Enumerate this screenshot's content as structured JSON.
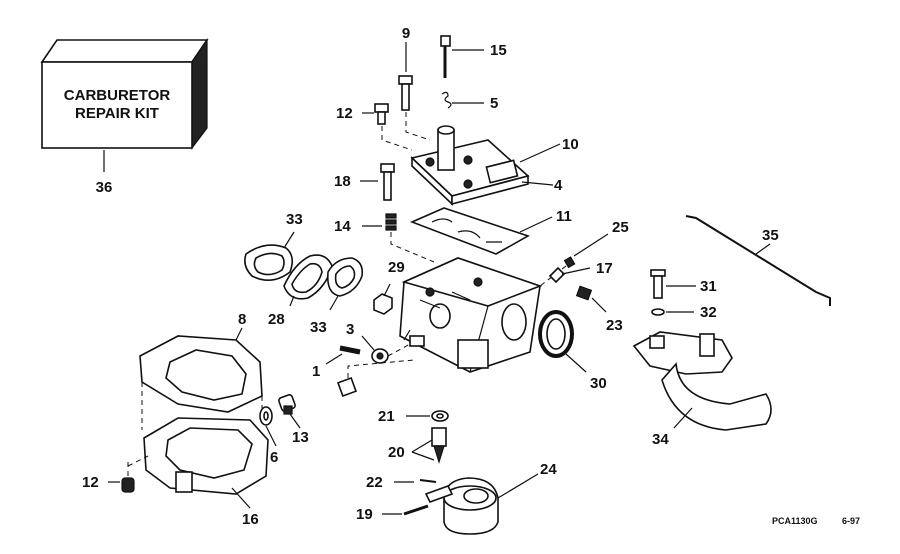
{
  "kit": {
    "line1": "CARBURETOR",
    "line2": "REPAIR KIT",
    "ref": "36"
  },
  "callouts": {
    "c1": "1",
    "c3": "3",
    "c4": "4",
    "c5": "5",
    "c6": "6",
    "c8": "8",
    "c9": "9",
    "c10": "10",
    "c11": "11",
    "c12a": "12",
    "c12b": "12",
    "c13": "13",
    "c14": "14",
    "c15": "15",
    "c16": "16",
    "c17": "17",
    "c18": "18",
    "c19": "19",
    "c20": "20",
    "c21": "21",
    "c22": "22",
    "c23": "23",
    "c24": "24",
    "c25": "25",
    "c28": "28",
    "c29": "29",
    "c30": "30",
    "c31": "31",
    "c32": "32",
    "c33a": "33",
    "c33b": "33",
    "c34": "34",
    "c35": "35"
  },
  "footer": {
    "code": "PCA1130G",
    "date": "6-97"
  }
}
